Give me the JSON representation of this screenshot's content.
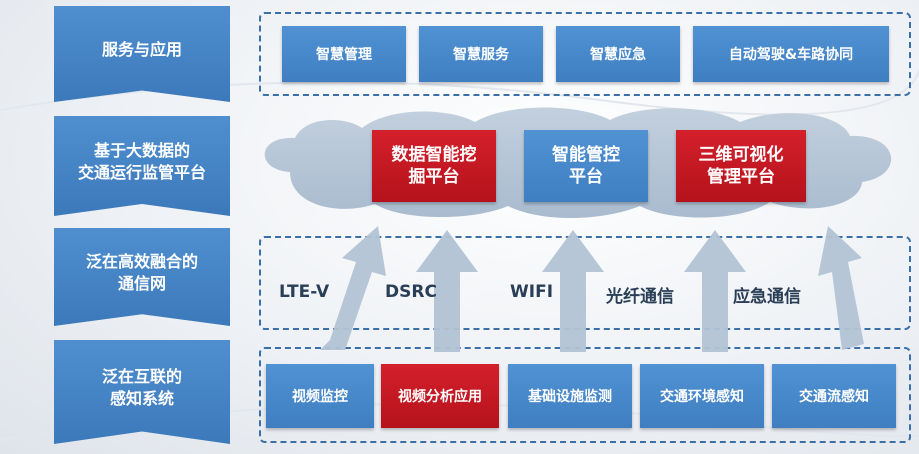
{
  "layers": [
    {
      "label": "服务与应用"
    },
    {
      "label": "基于大数据的\n交通运行监管平台"
    },
    {
      "label": "泛在高效融合的\n通信网"
    },
    {
      "label": "泛在互联的\n感知系统"
    }
  ],
  "services": [
    "智慧管理",
    "智慧服务",
    "智慧应急",
    "自动驾驶&车路协同"
  ],
  "platform": [
    "数据智能挖\n掘平台",
    "智能管控\n平台",
    "三维可视化\n管理平台"
  ],
  "network": [
    "LTE-V",
    "DSRC",
    "WIFI",
    "光纤通信",
    "应急通信"
  ],
  "sensing": [
    "视频监控",
    "视频分析应用",
    "基础设施监测",
    "交通环境感知",
    "交通流感知"
  ],
  "colors": {
    "accent_blue": "#3f7fc1",
    "accent_red": "#c0161f",
    "cloud": "#b4c4d6",
    "arrow": "#b7c6d6"
  }
}
